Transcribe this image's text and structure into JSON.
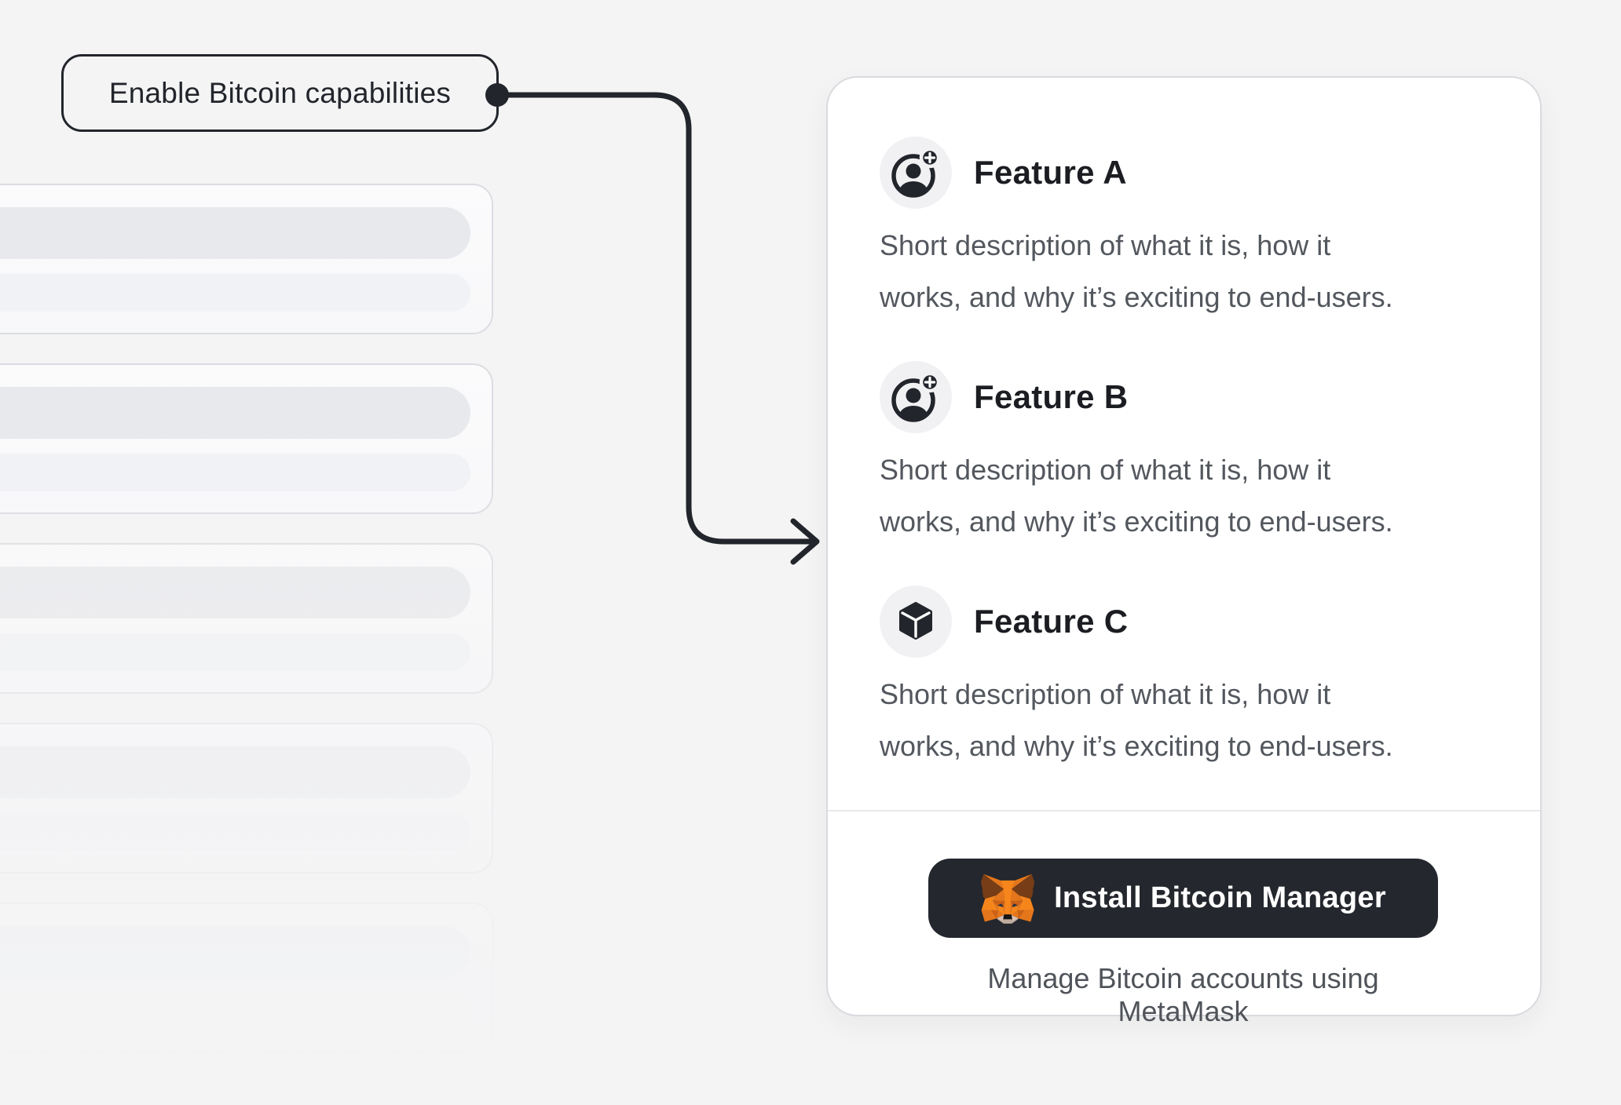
{
  "annotation": {
    "label": "Enable Bitcoin capabilities"
  },
  "skeleton_list": {
    "card_count": 5,
    "bars_per_card": 2,
    "bar1_color": "#e8e9ed",
    "bar2_color": "#f1f2f5"
  },
  "card": {
    "features": [
      {
        "title": "Feature A",
        "icon": "account-plus-icon",
        "description_line1": "Short description of what it is, how it",
        "description_line2": "works, and why it’s exciting to end-users."
      },
      {
        "title": "Feature B",
        "icon": "account-plus-icon",
        "description_line1": "Short description of what it is, how it",
        "description_line2": "works, and why it’s exciting to end-users."
      },
      {
        "title": "Feature C",
        "icon": "cube-icon",
        "description_line1": "Short description of what it is, how it",
        "description_line2": "works, and why it’s exciting to end-users."
      }
    ],
    "cta": {
      "label": "Install Bitcoin Manager",
      "icon": "metamask-fox-icon"
    },
    "caption": "Manage Bitcoin accounts using MetaMask"
  },
  "colors": {
    "page_bg": "#f4f4f5",
    "accent_dark": "#22252b",
    "button_bg": "#24272d",
    "card_border": "#d8dade",
    "text_primary": "#1b1d22",
    "text_secondary": "#53575e",
    "fox_orange": "#f6851b"
  }
}
